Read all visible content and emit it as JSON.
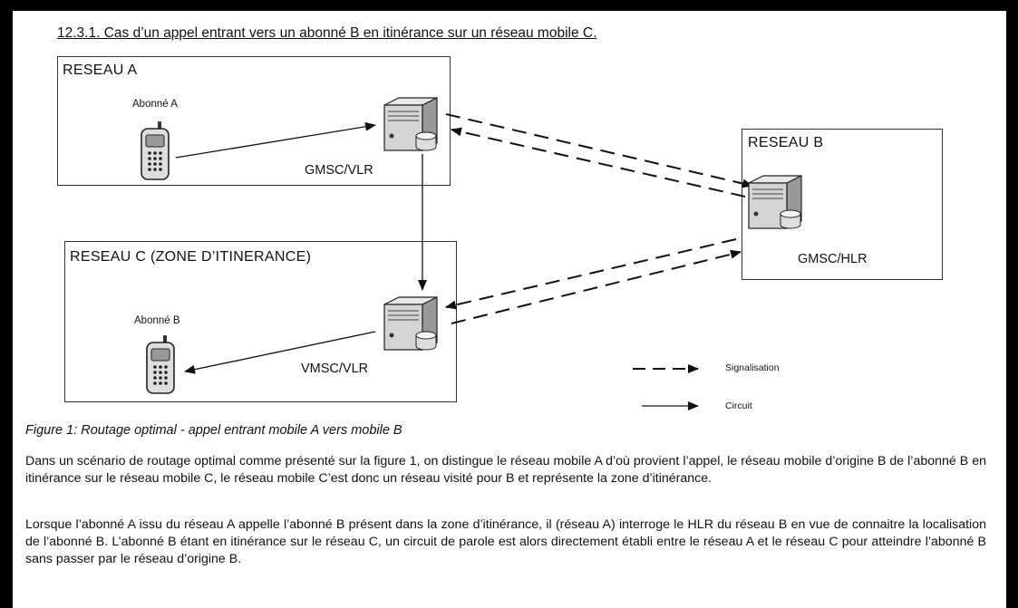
{
  "heading": "12.3.1. Cas d’un appel entrant vers un abonné B en itinérance sur un réseau mobile C.",
  "boxes": {
    "reseau_a": "RESEAU  A",
    "reseau_b": "RESEAU B",
    "reseau_c": "RESEAU C  (ZONE D’ITINERANCE)"
  },
  "nodes": {
    "abonne_a": "Abonné A",
    "abonne_b": "Abonné B",
    "gmsc_vlr": "GMSC/VLR",
    "gmsc_hlr": "GMSC/HLR",
    "vmsc_vlr": "VMSC/VLR"
  },
  "legend": {
    "signalisation": "Signalisation",
    "circuit": "Circuit"
  },
  "caption": "Figure 1: Routage optimal - appel entrant mobile A vers mobile B",
  "paragraphs": [
    "Dans un scénario de  routage optimal comme présenté sur la figure 1, on distingue le réseau mobile A d’où provient l’appel, le réseau mobile d’origine B de l’abonné B en itinérance sur le réseau mobile C, le réseau mobile C’est donc un réseau visité pour B et représente la zone d’itinérance.",
    "Lorsque l’abonné A issu du réseau A  appelle l’abonné B présent dans la zone d’itinérance, il (réseau A) interroge le HLR du réseau B en vue de connaitre la localisation de l’abonné B. L’abonné B étant en itinérance sur le réseau C, un circuit de parole est alors directement établi entre le réseau A et le réseau C pour atteindre l’abonné B sans passer par le réseau d’origine B."
  ],
  "icons": {
    "phone": "mobile-phone-icon",
    "server": "server-icon"
  }
}
